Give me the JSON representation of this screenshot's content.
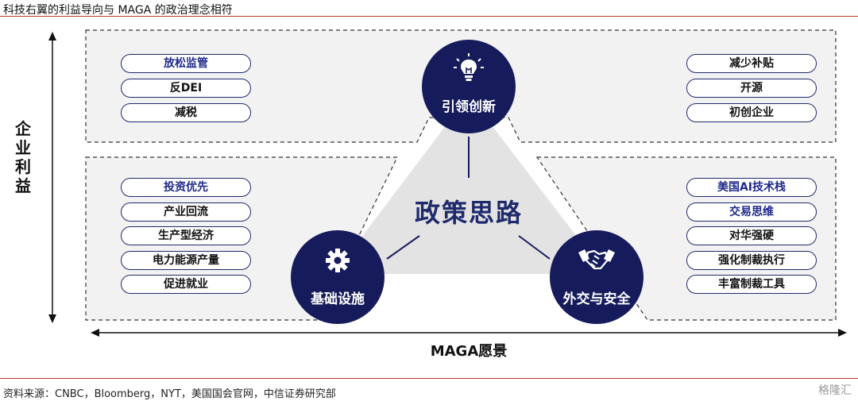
{
  "header": {
    "title": "科技右翼的利益导向与 MAGA 的政治理念相符"
  },
  "axes": {
    "y_label": [
      "企",
      "业",
      "利",
      "益"
    ],
    "x_label": "MAGA愿景"
  },
  "center": {
    "title": "政策思路"
  },
  "nodes": {
    "top": {
      "label": "引领创新",
      "icon": "lightbulb-icon"
    },
    "left": {
      "label": "基础设施",
      "icon": "gear-icon"
    },
    "right": {
      "label": "外交与安全",
      "icon": "handshake-icon"
    }
  },
  "groups": {
    "top_left": [
      {
        "text": "放松监管",
        "highlight": true
      },
      {
        "text": "反DEI",
        "highlight": false
      },
      {
        "text": "减税",
        "highlight": false
      }
    ],
    "top_right": [
      {
        "text": "减少补贴",
        "highlight": false
      },
      {
        "text": "开源",
        "highlight": false
      },
      {
        "text": "初创企业",
        "highlight": false
      }
    ],
    "bottom_left": [
      {
        "text": "投资优先",
        "highlight": true
      },
      {
        "text": "产业回流",
        "highlight": false
      },
      {
        "text": "生产型经济",
        "highlight": false
      },
      {
        "text": "电力能源产量",
        "highlight": false
      },
      {
        "text": "促进就业",
        "highlight": false
      }
    ],
    "bottom_right": [
      {
        "text": "美国AI技术栈",
        "highlight": true
      },
      {
        "text": "交易思维",
        "highlight": true
      },
      {
        "text": "对华强硬",
        "highlight": false
      },
      {
        "text": "强化制裁执行",
        "highlight": false
      },
      {
        "text": "丰富制裁工具",
        "highlight": false
      }
    ]
  },
  "colors": {
    "navy": "#161b5c",
    "accent_text": "#1f2a8a",
    "rule": "#c0392b",
    "triangle": "#e3e3e3"
  },
  "footer": {
    "source": "资料来源：CNBC，Bloomberg，NYT，美国国会官网，中信证券研究部",
    "watermark": "格隆汇"
  }
}
